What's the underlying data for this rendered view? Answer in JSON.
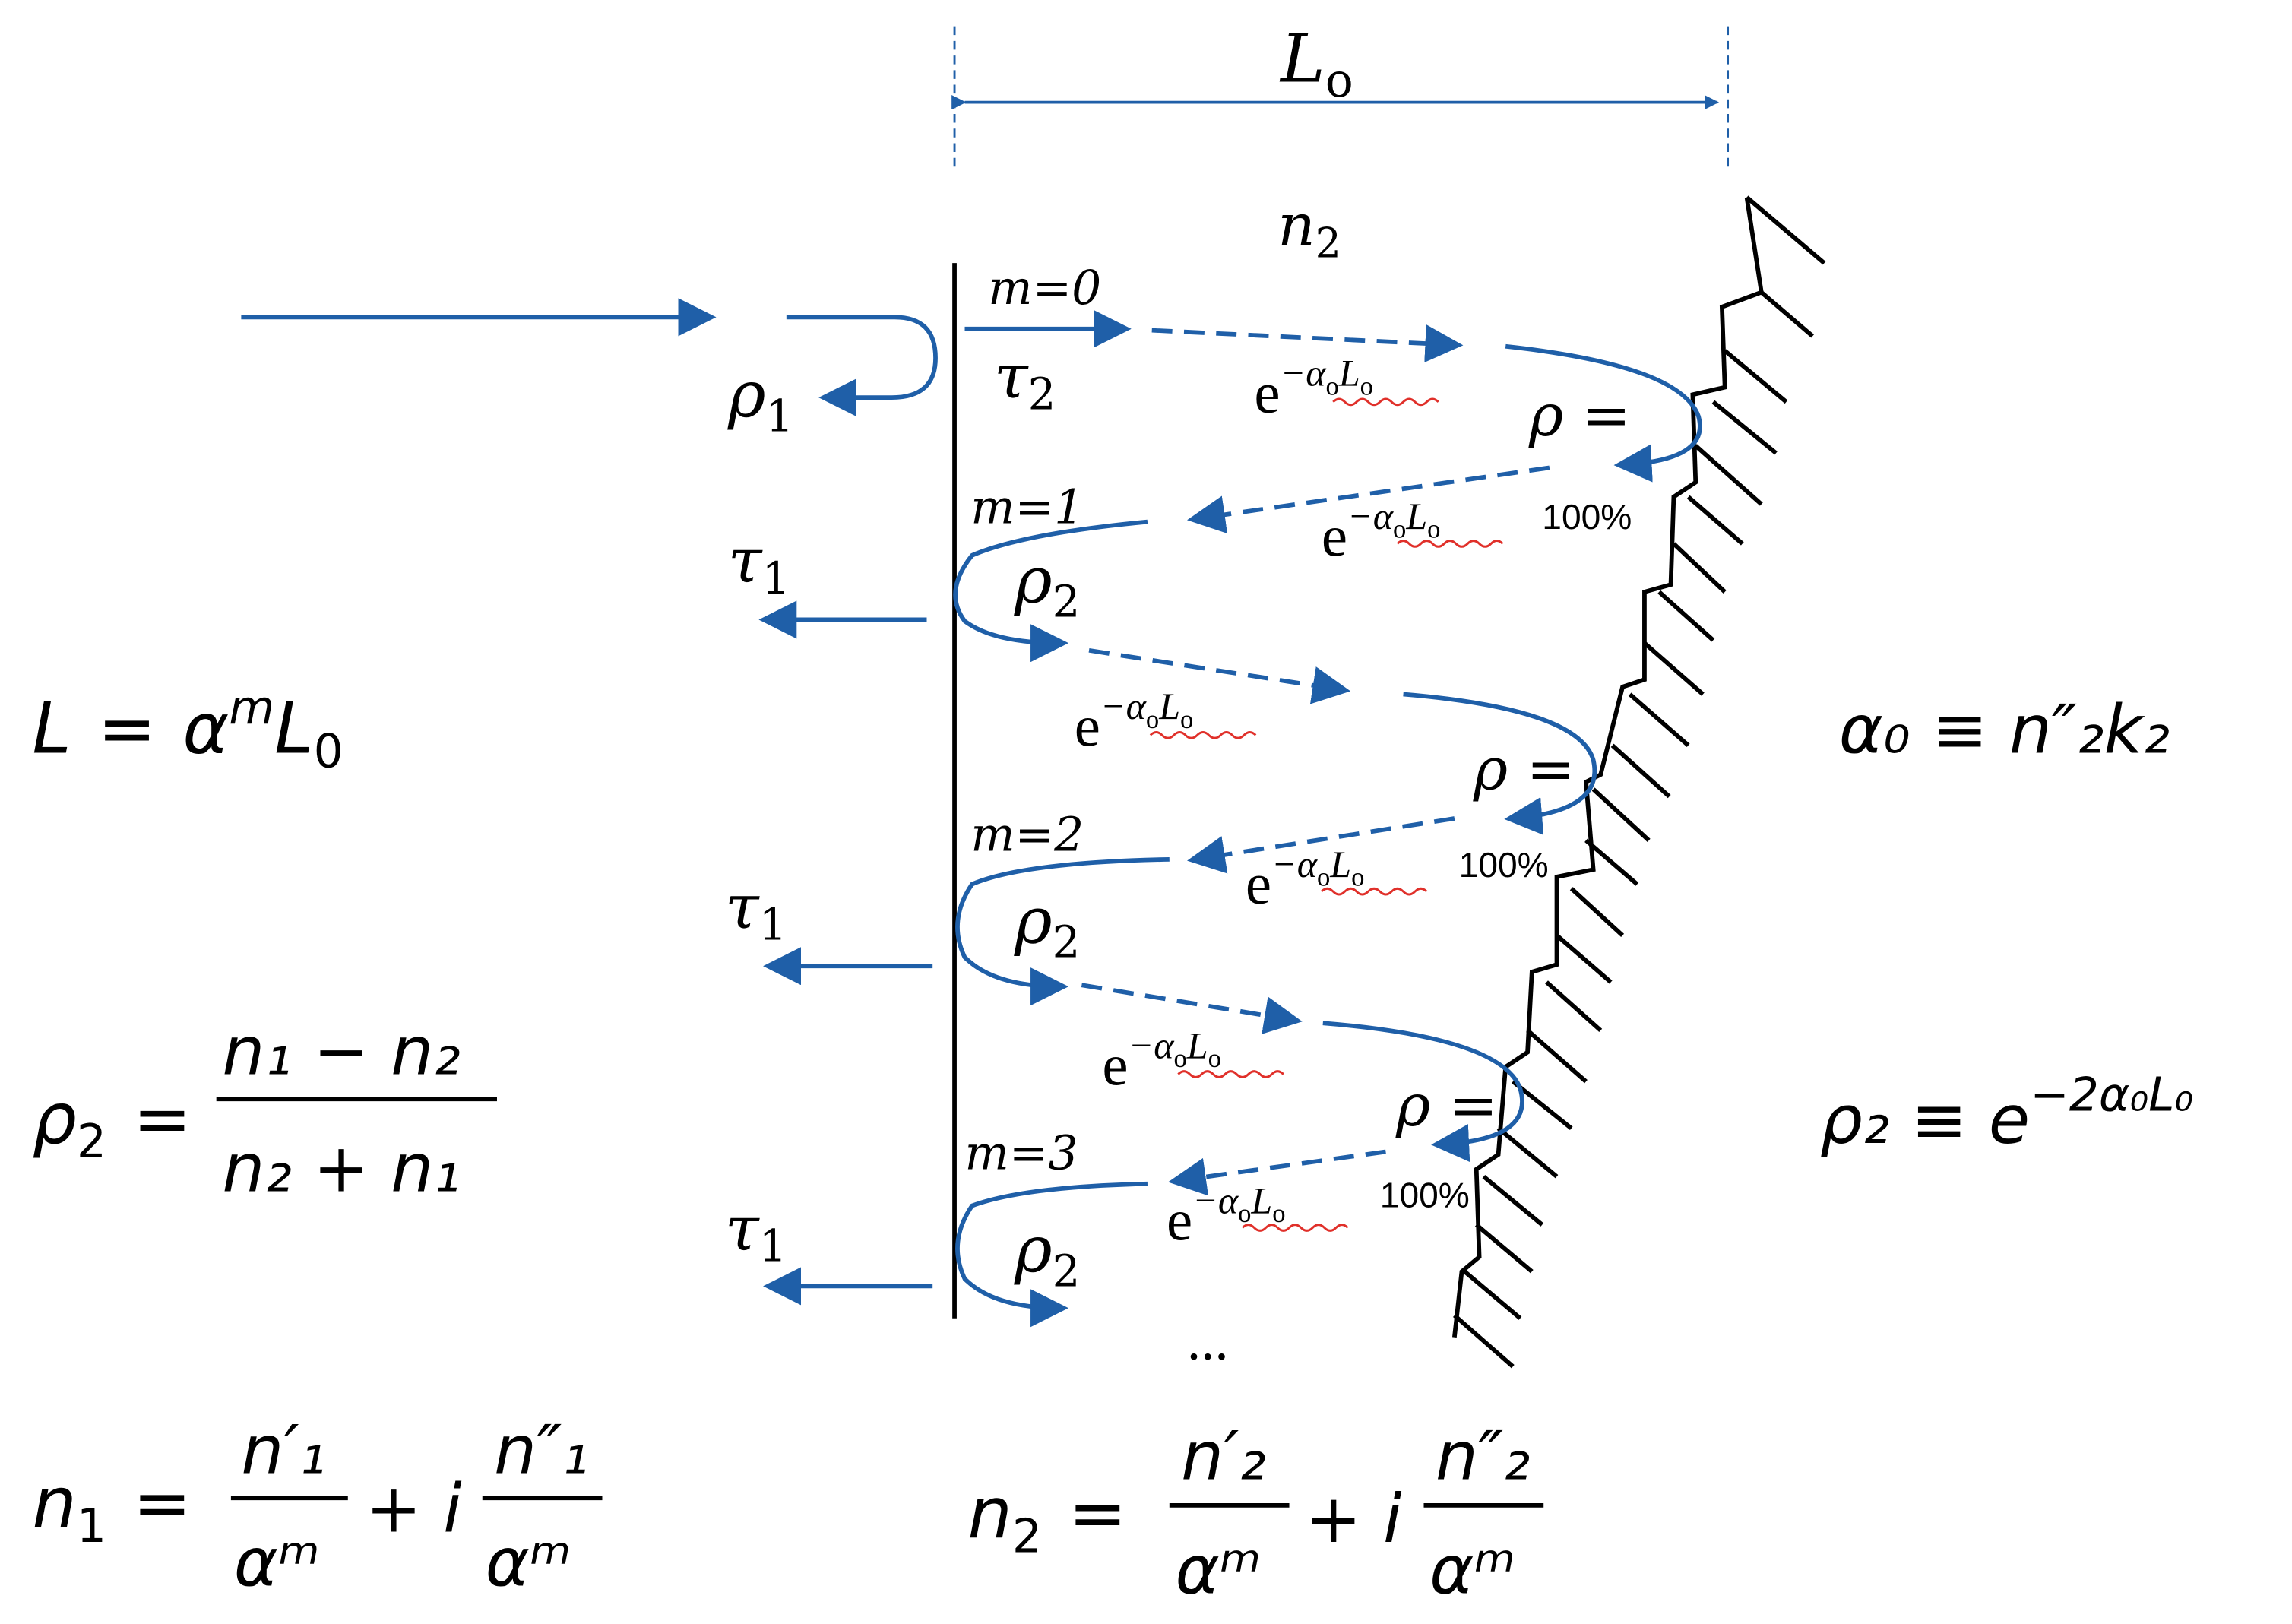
{
  "colors": {
    "arrow": "#1f5fa8",
    "ink": "#000000",
    "squiggle": "#e0302a"
  },
  "top": {
    "length_symbol": "L",
    "length_sub": "o",
    "medium_symbol": "n",
    "medium_sub": "2"
  },
  "incident": {
    "rho": "ρ",
    "rho_sub": "1"
  },
  "rounds": [
    {
      "m_label": "m=0",
      "tau": "τ",
      "tau_sub": "2"
    },
    {
      "m_label": "m=1",
      "tau": "τ",
      "tau_sub": "1",
      "rho": "ρ",
      "rho_sub": "2"
    },
    {
      "m_label": "m=2",
      "tau": "τ",
      "tau_sub": "1",
      "rho": "ρ",
      "rho_sub": "2"
    },
    {
      "m_label": "m=3",
      "tau": "τ",
      "tau_sub": "1",
      "rho": "ρ",
      "rho_sub": "2"
    }
  ],
  "attenuation": {
    "base": "e",
    "exp": "−α",
    "exp_sub": "o",
    "exp_L": "L",
    "exp_L_sub": "o"
  },
  "mirror": {
    "rho": "ρ =",
    "value": "100%"
  },
  "ellipsis": "...",
  "equations": {
    "L": {
      "lhs": "L",
      "eq": "=",
      "alpha": "α",
      "sup": "m",
      "L0": "L",
      "L0_sub": "0"
    },
    "rho2": {
      "lhs": "ρ",
      "lhs_sub": "2",
      "eq": "=",
      "num": "n₁ − n₂",
      "den": "n₂ + n₁"
    },
    "n1": {
      "lhs": "n",
      "lhs_sub": "1",
      "eq": "=",
      "num1": "n′₁",
      "den1": "αᵐ",
      "plus": "+ i",
      "num2": "n″₁",
      "den2": "αᵐ"
    },
    "n2": {
      "lhs": "n",
      "lhs_sub": "2",
      "eq": "=",
      "num1": "n′₂",
      "den1": "αᵐ",
      "plus": "+ i",
      "num2": "n″₂",
      "den2": "αᵐ"
    },
    "alpha0": {
      "text": "α₀ ≡ n″₂k₂"
    },
    "rho2_exp": {
      "lhs": "ρ₂ ≡ e",
      "sup": "−2α₀L₀"
    }
  }
}
